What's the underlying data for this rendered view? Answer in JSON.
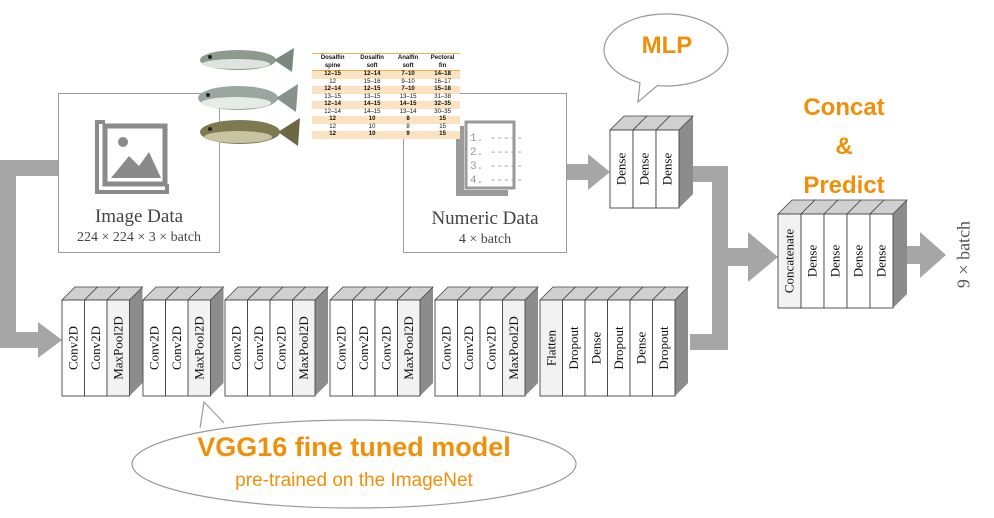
{
  "image_input": {
    "title": "Image Data",
    "shape": "224 × 224 × 3 × batch"
  },
  "numeric_input": {
    "title": "Numeric Data",
    "shape": "4 × batch",
    "list_items": [
      "1. -----",
      "2. -----",
      "3. -----",
      "4. -----"
    ]
  },
  "fin_table": {
    "headers": [
      "Dosalfin spine",
      "Dosalfin soft",
      "Analfin soft",
      "Pectoral fin"
    ],
    "rows": [
      [
        "12–15",
        "12–14",
        "7–10",
        "14–18"
      ],
      [
        "12",
        "15–16",
        "9–10",
        "16–17"
      ],
      [
        "12–14",
        "12–15",
        "7–10",
        "15–18"
      ],
      [
        "13–15",
        "13–15",
        "13–15",
        "31–38"
      ],
      [
        "12–14",
        "14–15",
        "14–15",
        "32–35"
      ],
      [
        "12–14",
        "14–15",
        "13–14",
        "30–35"
      ],
      [
        "12",
        "10",
        "8",
        "15"
      ],
      [
        "12",
        "10",
        "8",
        "15"
      ],
      [
        "12",
        "10",
        "9",
        "15"
      ]
    ]
  },
  "mlp": {
    "bubble_label": "MLP",
    "layers": [
      "Dense",
      "Dense",
      "Dense"
    ]
  },
  "concat_predict": {
    "label_lines": [
      "Concat",
      "&",
      "Predict"
    ],
    "layers": [
      "Concatenate",
      "Dense",
      "Dense",
      "Dense",
      "Dense"
    ]
  },
  "output": {
    "label": "9 × batch"
  },
  "vgg": {
    "blocks": [
      [
        "Conv2D",
        "Conv2D",
        "MaxPool2D"
      ],
      [
        "Conv2D",
        "Conv2D",
        "MaxPool2D"
      ],
      [
        "Conv2D",
        "Conv2D",
        "Conv2D",
        "MaxPool2D"
      ],
      [
        "Conv2D",
        "Conv2D",
        "Conv2D",
        "MaxPool2D"
      ],
      [
        "Conv2D",
        "Conv2D",
        "Conv2D",
        "MaxPool2D"
      ],
      [
        "Flatten",
        "Dropout",
        "Dense",
        "Dropout",
        "Dense",
        "Dropout"
      ]
    ],
    "bubble_title": "VGG16 fine tuned model",
    "bubble_subtitle": "pre-trained on the ImageNet"
  },
  "colors": {
    "accent": "#f0900a",
    "arrow": "#a6a6a6",
    "layer_face": "#ffffff",
    "layer_side": "#8c8c8c",
    "layer_top": "#d0d0d0"
  },
  "icons": [
    "image-placeholder-icon",
    "numbered-list-icon",
    "fish-photo-icon"
  ]
}
